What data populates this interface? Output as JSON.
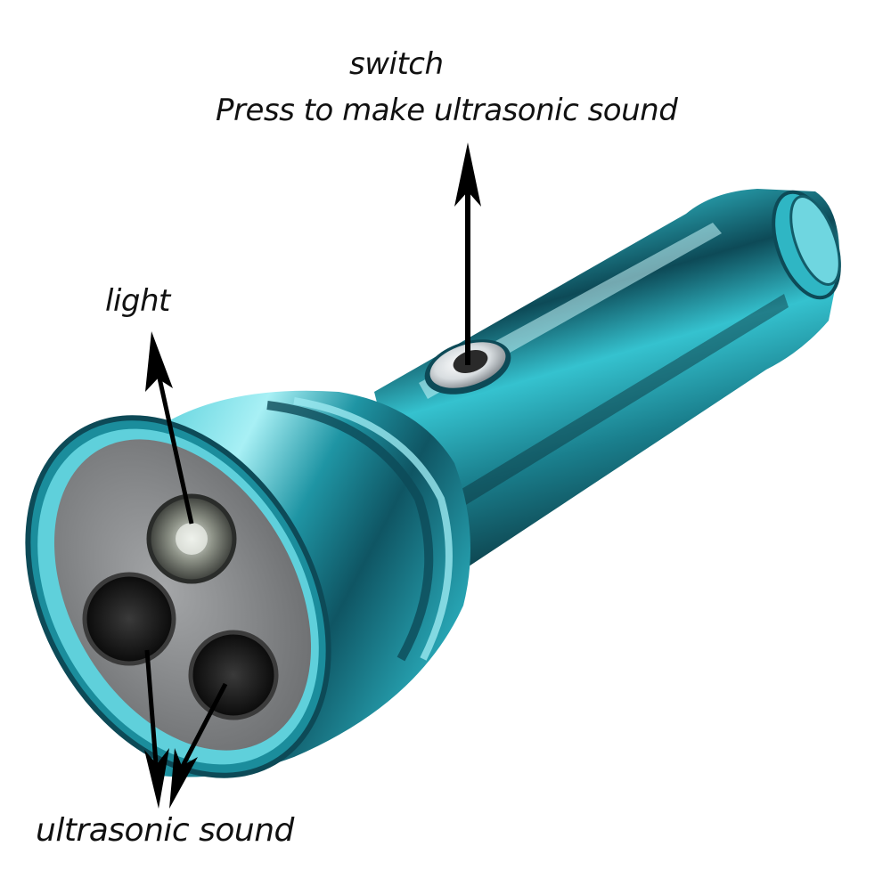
{
  "labels": {
    "switch": "switch",
    "switch_desc": "Press to make ultrasonic sound",
    "light": "light",
    "ultrasonic": "ultrasonic sound"
  },
  "colors": {
    "body_teal": "#2fb6c4",
    "body_dark": "#0d4a57",
    "face_gray": "#8f9193",
    "arrow": "#000000"
  }
}
